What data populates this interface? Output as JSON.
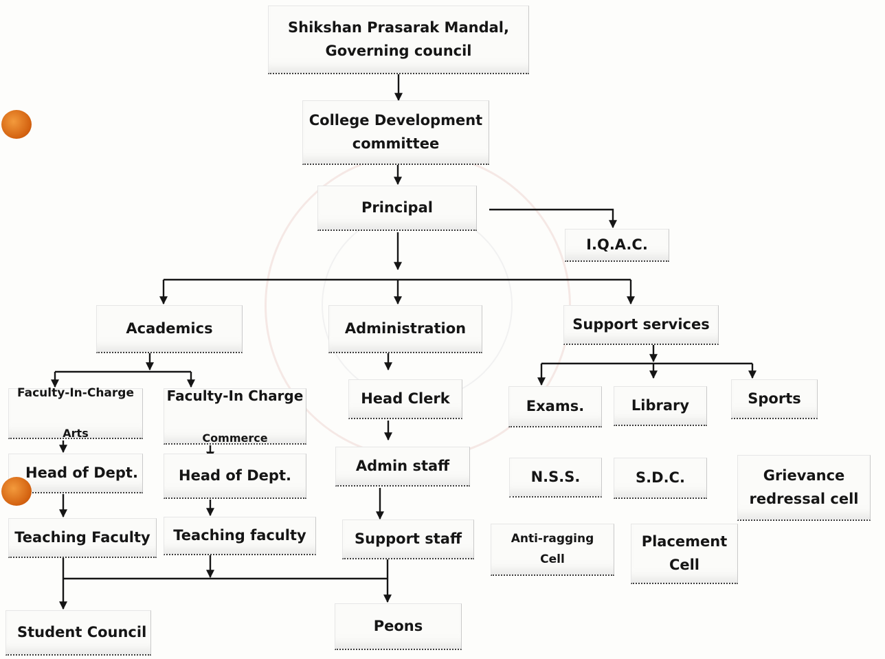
{
  "org_chart": {
    "governing_council": "Shikshan Prasarak  Mandal,\nGoverning council",
    "cdc": "College Development\ncommittee",
    "principal": "Principal",
    "iqac": "I.Q.A.C.",
    "academics": "Academics",
    "administration": "Administration",
    "support_services": "Support services",
    "faculty_arts": {
      "line1": "Faculty-In-Charge",
      "line2": "Arts"
    },
    "faculty_commerce": {
      "line1": "Faculty-In Charge",
      "line2": "Commerce"
    },
    "hod_arts": "Head of Dept.",
    "hod_commerce": "Head of Dept.",
    "teaching_arts": "Teaching Faculty",
    "teaching_commerce": "Teaching faculty",
    "student_council": "Student Council",
    "head_clerk": "Head Clerk",
    "admin_staff": "Admin staff",
    "support_staff": "Support staff",
    "peons": "Peons",
    "exams": "Exams.",
    "library": "Library",
    "sports": "Sports",
    "nss": "N.S.S.",
    "sdc": "S.D.C.",
    "grievance": "Grievance\nredressal cell",
    "anti_ragging": "Anti-ragging\nCell",
    "placement": "Placement\nCell"
  },
  "colors": {
    "line": "#151515",
    "seal": "#dca096",
    "marker": "#e07a1f"
  }
}
